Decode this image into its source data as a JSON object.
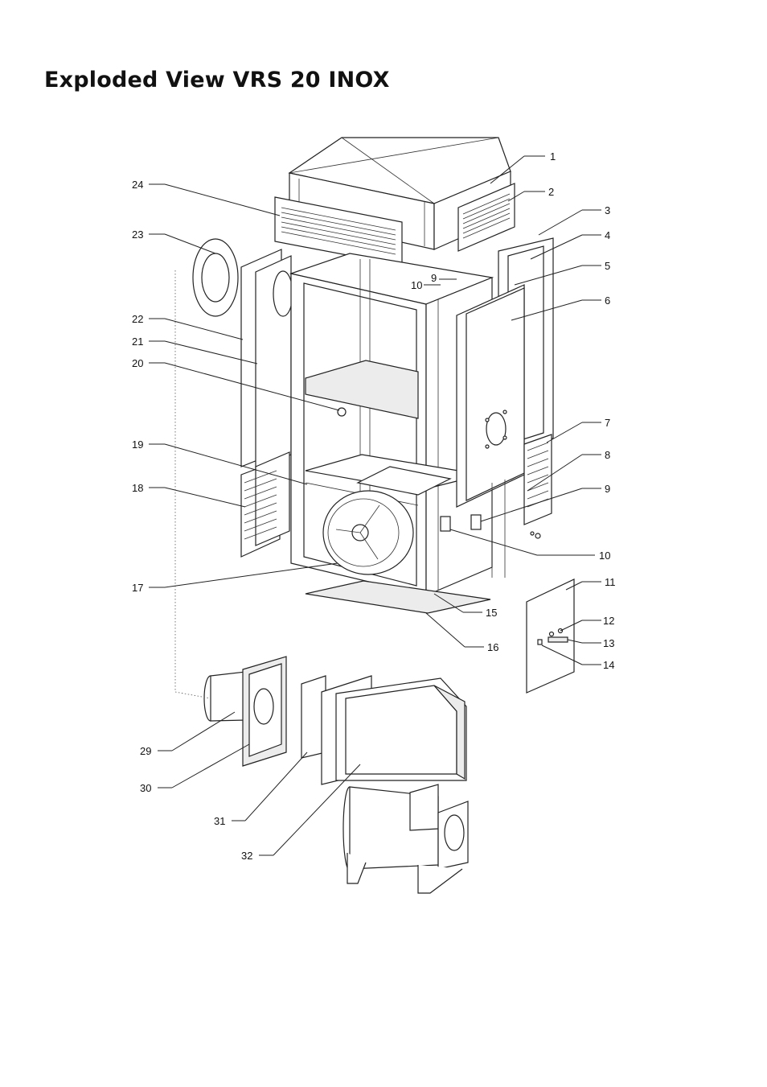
{
  "title": "Exploded View VRS 20 INOX",
  "callouts": [
    "1",
    "2",
    "3",
    "4",
    "5",
    "6",
    "7",
    "8",
    "9",
    "10",
    "11",
    "12",
    "13",
    "14",
    "15",
    "16",
    "17",
    "18",
    "19",
    "20",
    "21",
    "22",
    "23",
    "24",
    "29",
    "30",
    "31",
    "32",
    "9",
    "10"
  ]
}
